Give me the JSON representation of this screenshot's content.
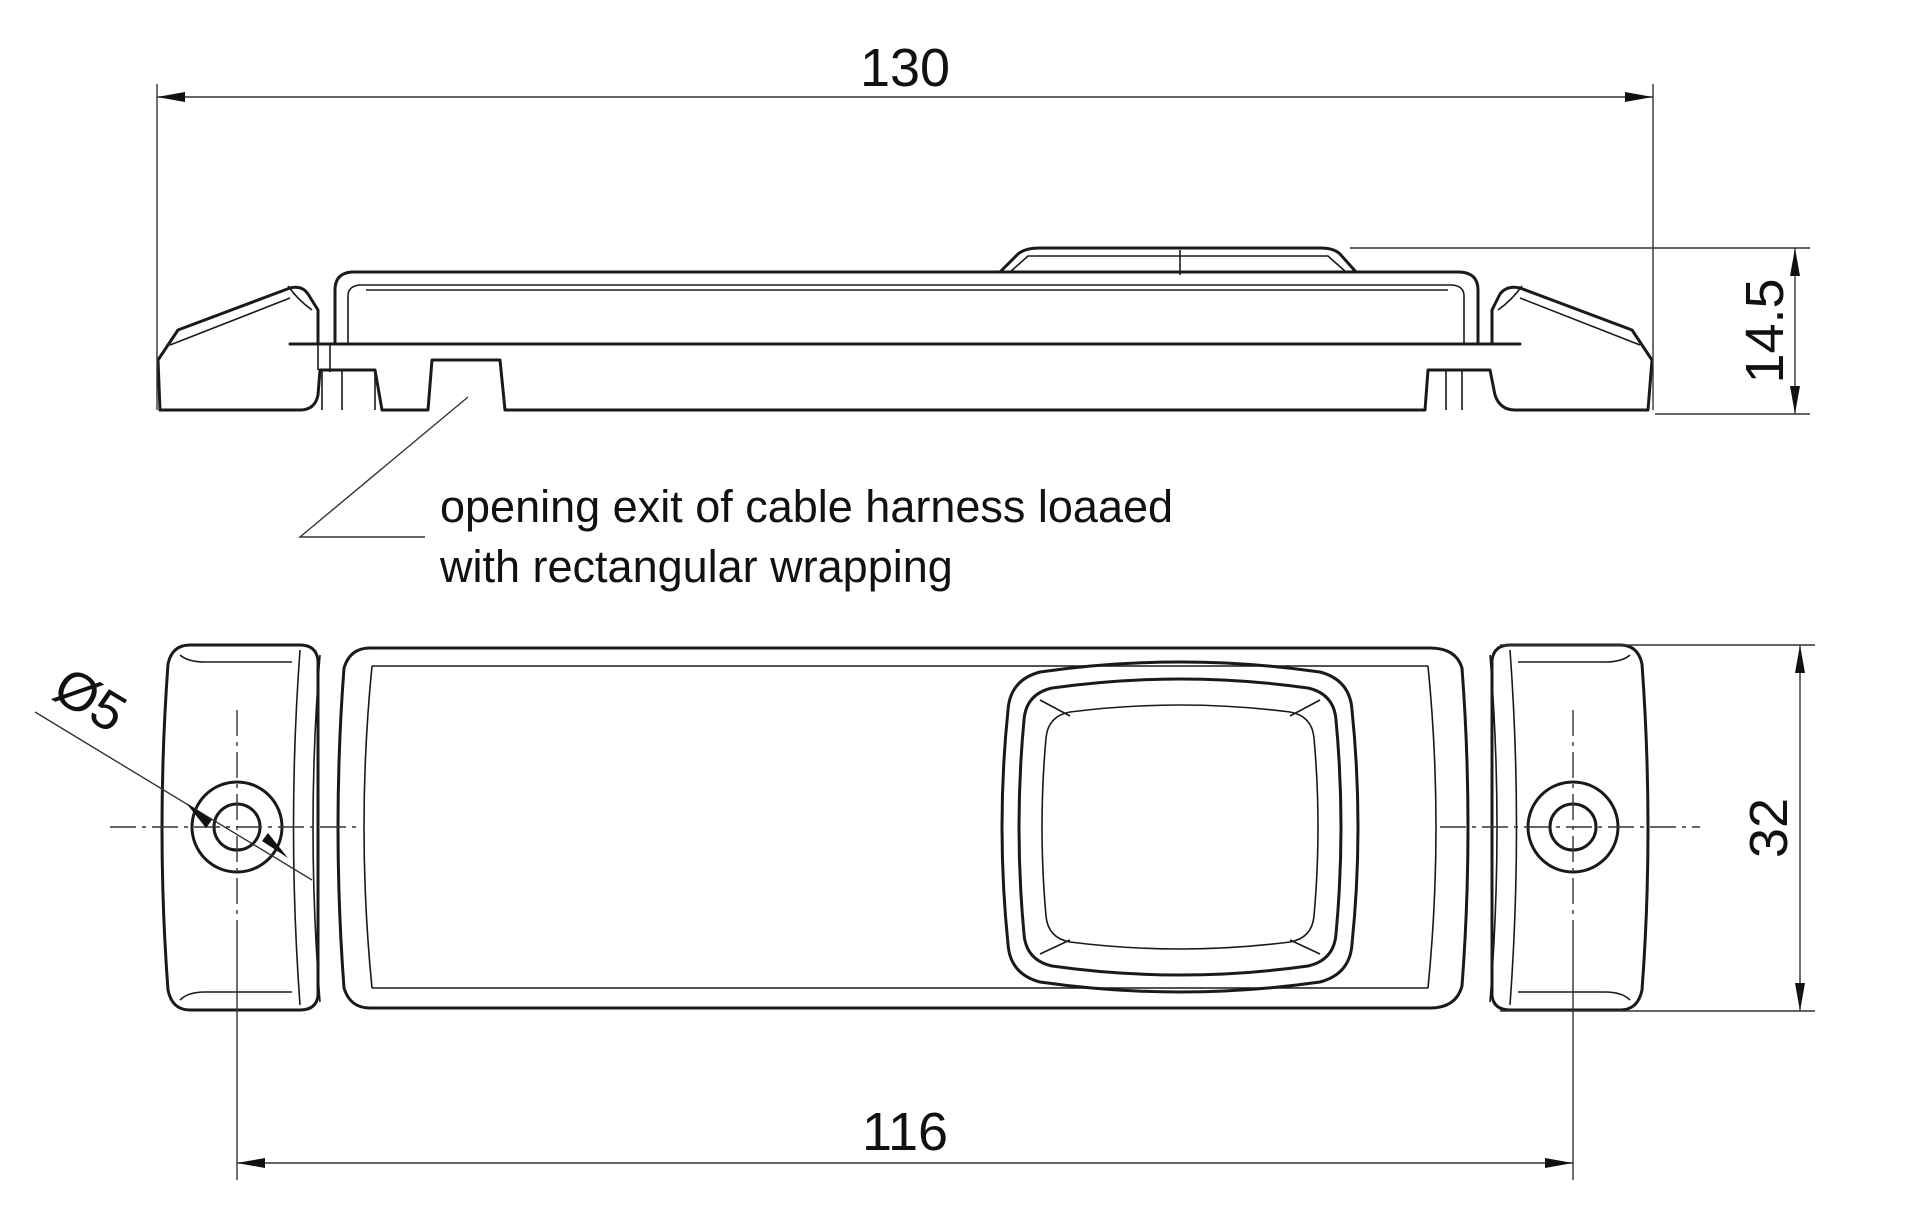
{
  "dimensions": {
    "overall_length": "130",
    "height": "14.5",
    "width": "32",
    "hole_spacing": "116",
    "hole_diameter": "5"
  },
  "symbols": {
    "diameter": "Ø"
  },
  "annotation": {
    "line1": "opening exit of cable harness loaaed",
    "line2": "with rectangular wrapping"
  }
}
